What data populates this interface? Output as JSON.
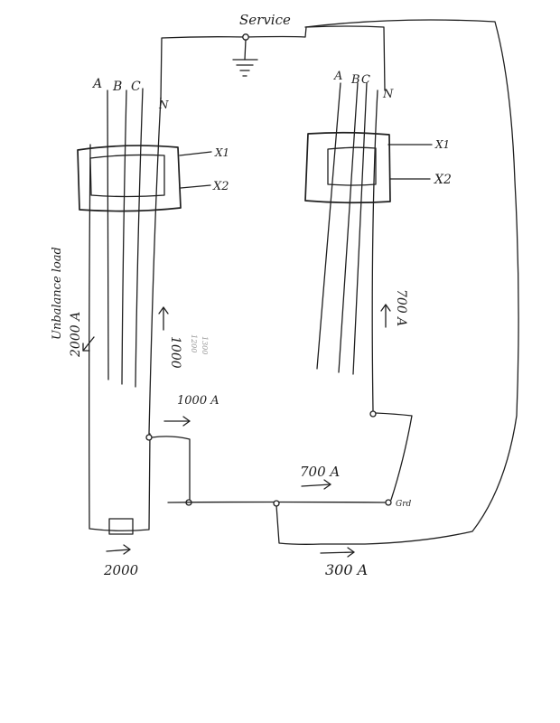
{
  "labels": {
    "service": "Service",
    "left_phase_a": "A",
    "left_phase_b": "B",
    "left_phase_c": "C",
    "left_neutral": "N",
    "right_phase_a": "A",
    "right_phase_b": "B",
    "right_phase_c": "C",
    "right_neutral": "N",
    "left_x1": "X1",
    "left_x2": "X2",
    "right_x1": "X1",
    "right_x2": "X2",
    "unbalance_load": "Unbalance load",
    "unbalance_current": "2000 A",
    "left_feeder_current": "1000",
    "left_faint_notes_1": "1200",
    "left_faint_notes_2": "1300",
    "left_return_current": "1000 A",
    "right_feeder_current": "700 A",
    "bus_current": "700 A",
    "ground_label": "Grd",
    "bottom_left_current": "2000",
    "bottom_right_current": "300 A"
  }
}
